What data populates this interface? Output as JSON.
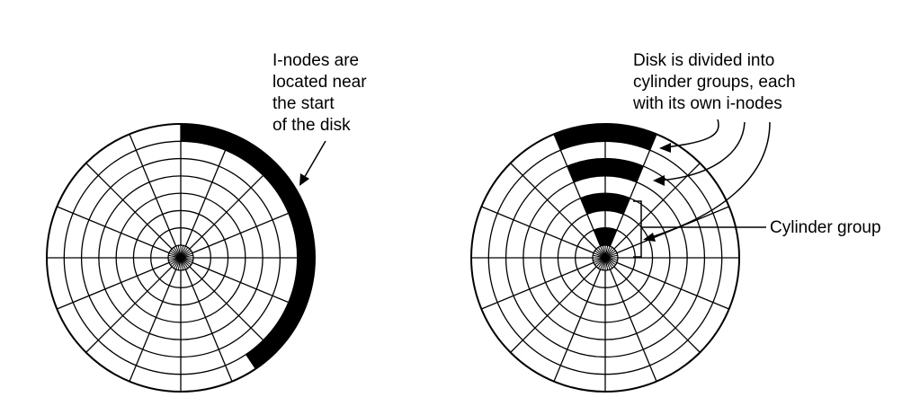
{
  "left_diagram": {
    "annotation_lines": [
      "I-nodes are",
      "located near",
      "the start",
      "of the disk"
    ]
  },
  "right_diagram": {
    "annotation_lines": [
      "Disk is divided into",
      "cylinder groups, each",
      "with its own i-nodes"
    ],
    "cylinder_group_label": "Cylinder group"
  },
  "disk": {
    "rings": 7,
    "sectors": 16,
    "hub_spokes": 32
  },
  "colors": {
    "ink": "#000000",
    "background": "#ffffff"
  }
}
